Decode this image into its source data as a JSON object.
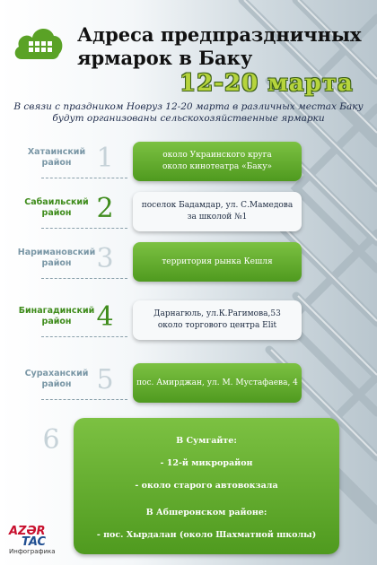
{
  "header": {
    "title_line1": "Адреса предпраздничных",
    "title_line2": "ярмарок в Баку",
    "date": "12-20 марта",
    "intro_line1": "В связи с праздником Новруз 12-20 марта в различных местах Баку",
    "intro_line2": "будут организованы сельскохозяйственные ярмарки"
  },
  "items": [
    {
      "district_line1": "Хатаинский",
      "district_line2": "район",
      "number": "1",
      "addr1": "около Украинского круга",
      "addr2": "около кинотеатра «Баку»",
      "style": "green",
      "district_color": "#7a97a6",
      "number_color": "#c6d2d8"
    },
    {
      "district_line1": "Сабаильский",
      "district_line2": "район",
      "number": "2",
      "addr1": "поселок Бадамдар, ул. С.Мамедова",
      "addr2": "за школой №1",
      "style": "white",
      "district_color": "#3f8c1c",
      "number_color": "#3f8c1c"
    },
    {
      "district_line1": "Наримановский",
      "district_line2": "район",
      "number": "3",
      "addr1": "территория рынка Кешля",
      "addr2": "",
      "style": "green",
      "district_color": "#7a97a6",
      "number_color": "#c6d2d8"
    },
    {
      "district_line1": "Бинагадинский",
      "district_line2": "район",
      "number": "4",
      "addr1": "Дарнагюль, ул.К.Рагимова,53",
      "addr2": "около торгового центра Elit",
      "style": "white",
      "district_color": "#3f8c1c",
      "number_color": "#3f8c1c"
    },
    {
      "district_line1": "Сураханский",
      "district_line2": "район",
      "number": "5",
      "addr1": "пос. Амирджан, ул. М. Мустафаева, 4",
      "addr2": "",
      "style": "green",
      "district_color": "#7a97a6",
      "number_color": "#c6d2d8"
    }
  ],
  "extra": {
    "number": "6",
    "line1": "В Сумгайте:",
    "line2": "- 12-й микрорайон",
    "line3": "- около старого автовокзала",
    "line4": "В Абшеронском районе:",
    "line5": "- пос. Хырдалан (около Шахматной школы)"
  },
  "brand": {
    "az": "AZƏR",
    "tac": "TAC",
    "sub": "Инфографика"
  },
  "colors": {
    "accent": "#5fa82a",
    "date": "#b6d43c"
  }
}
